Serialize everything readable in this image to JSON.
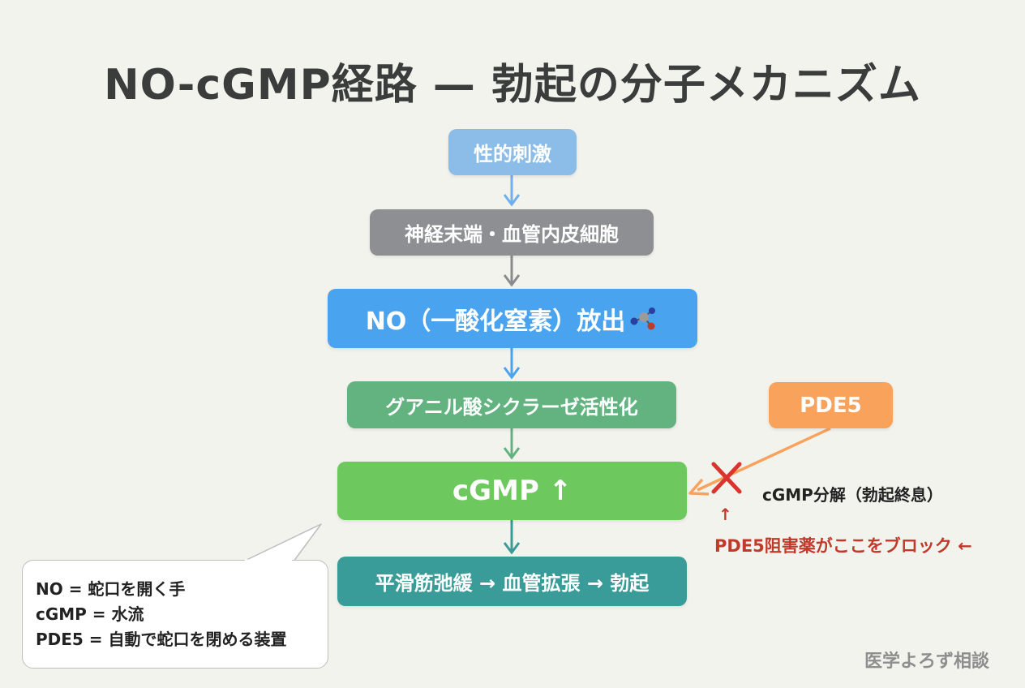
{
  "title": "NO-cGMP経路 — 勃起の分子メカニズム",
  "flow": {
    "step1": "性的刺激",
    "step2": "神経末端・血管内皮細胞",
    "step3": "NO（一酸化窒素）放出",
    "step4": "グアニル酸シクラーゼ活性化",
    "step5": "cGMP ↑",
    "step6": "平滑筋弛緩 → 血管拡張 → 勃起"
  },
  "inhibition": {
    "enzyme": "PDE5",
    "effect": "cGMP分解（勃起終息）",
    "up_arrow": "↑",
    "blocker": "PDE5阻害薬がここをブロック ←"
  },
  "analogy": {
    "line1": "NO = 蛇口を開く手",
    "line2": "cGMP = 水流",
    "line3": "PDE5 = 自動で蛇口を閉める装置"
  },
  "watermark": "医学よろず相談",
  "colors": {
    "step1": "#8cbde8",
    "step2": "#8e8f93",
    "step3": "#4aa3ee",
    "step4": "#62b380",
    "step5": "#6dc95e",
    "step6": "#3a9c98",
    "pde5": "#f8a25c",
    "block_red": "#c0392b",
    "arrow_blue": "#5ba8e6"
  },
  "icons": [
    "molecule-icon",
    "cross-icon",
    "arrow-down-icon"
  ]
}
